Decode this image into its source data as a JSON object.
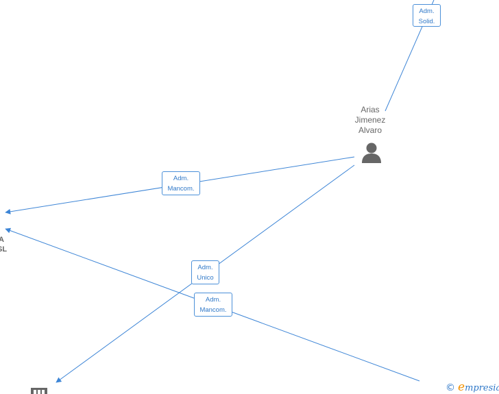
{
  "nodes": {
    "person": {
      "name_lines": [
        "Arias",
        "Jimenez",
        "Alvaro"
      ]
    },
    "partial_company_lines": [
      "A",
      "SL"
    ]
  },
  "edge_labels": {
    "top": [
      "Adm.",
      "Solid."
    ],
    "left": [
      "Adm.",
      "Mancom."
    ],
    "center": [
      "Adm.",
      "Unico"
    ],
    "lower": [
      "Adm.",
      "Mancom."
    ]
  },
  "watermark": {
    "copyright": "©",
    "brand_first": "e",
    "brand_rest": "mpresia"
  },
  "colors": {
    "edge": "#3d85d6",
    "label_text": "#2f78c8",
    "node_text": "#666666",
    "icon": "#666666"
  },
  "icons": {
    "person": "person-icon",
    "company": "building-icon"
  }
}
